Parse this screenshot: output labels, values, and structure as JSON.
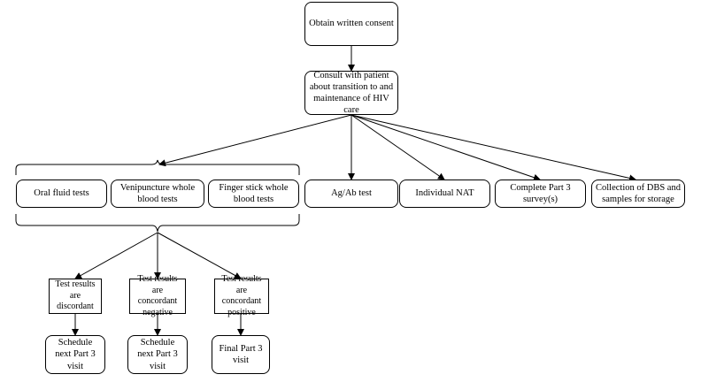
{
  "nodes": {
    "consent": "Obtain written consent",
    "consult": "Consult with patient about transition to and maintenance of HIV care",
    "oral": "Oral fluid tests",
    "venipuncture": "Venipuncture whole blood tests",
    "fingerstick": "Finger stick whole blood tests",
    "agab": "Ag/Ab test",
    "nat": "Individual NAT",
    "survey": "Complete Part 3 survey(s)",
    "dbs": "Collection of DBS and samples for storage",
    "discordant": "Test results are discordant",
    "neg": "Test results are concordant negative",
    "pos": "Test results are concordant positive",
    "sched1": "Schedule next Part 3 visit",
    "sched2": "Schedule next Part 3 visit",
    "final": "Final Part 3 visit"
  },
  "colors": {
    "line": "#000000",
    "box_border": "#000000",
    "background": "#ffffff"
  }
}
